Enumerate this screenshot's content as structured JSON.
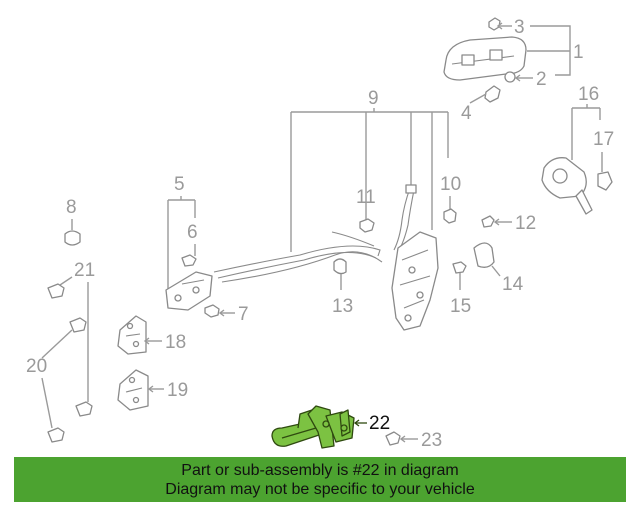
{
  "callouts": {
    "c1": "1",
    "c2": "2",
    "c3": "3",
    "c4": "4",
    "c5": "5",
    "c6": "6",
    "c7": "7",
    "c8": "8",
    "c9": "9",
    "c10": "10",
    "c11": "11",
    "c12": "12",
    "c13": "13",
    "c14": "14",
    "c15": "15",
    "c16": "16",
    "c17": "17",
    "c18": "18",
    "c19": "19",
    "c20": "20",
    "c21": "21",
    "c22": "22",
    "c23": "23"
  },
  "highlight_color": "#7cc242",
  "banner": {
    "line1": "Part or sub-assembly is #22 in diagram",
    "line2": "Diagram may not be specific to your vehicle",
    "color": "#4ca330"
  }
}
